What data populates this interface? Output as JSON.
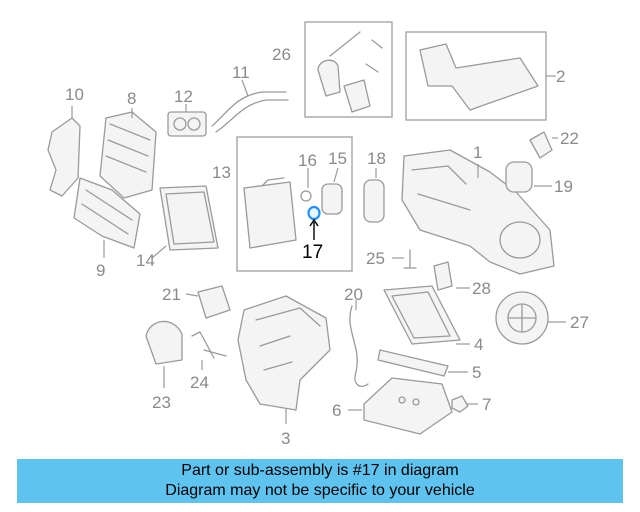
{
  "callouts": {
    "c1": "1",
    "c2": "2",
    "c3": "3",
    "c4": "4",
    "c5": "5",
    "c6": "6",
    "c7": "7",
    "c8": "8",
    "c9": "9",
    "c10": "10",
    "c11": "11",
    "c12": "12",
    "c13": "13",
    "c14": "14",
    "c15": "15",
    "c16": "16",
    "c17": "17",
    "c18": "18",
    "c19": "19",
    "c20": "20",
    "c21": "21",
    "c22": "22",
    "c23": "23",
    "c24": "24",
    "c25": "25",
    "c26": "26",
    "c27": "27",
    "c28": "28"
  },
  "highlight": {
    "part_number": "17",
    "color": "#1e90ff"
  },
  "banner": {
    "line1": "Part or sub-assembly is #17 in diagram",
    "line2": "Diagram may not be specific to your vehicle",
    "background": "#5fc3f0"
  }
}
